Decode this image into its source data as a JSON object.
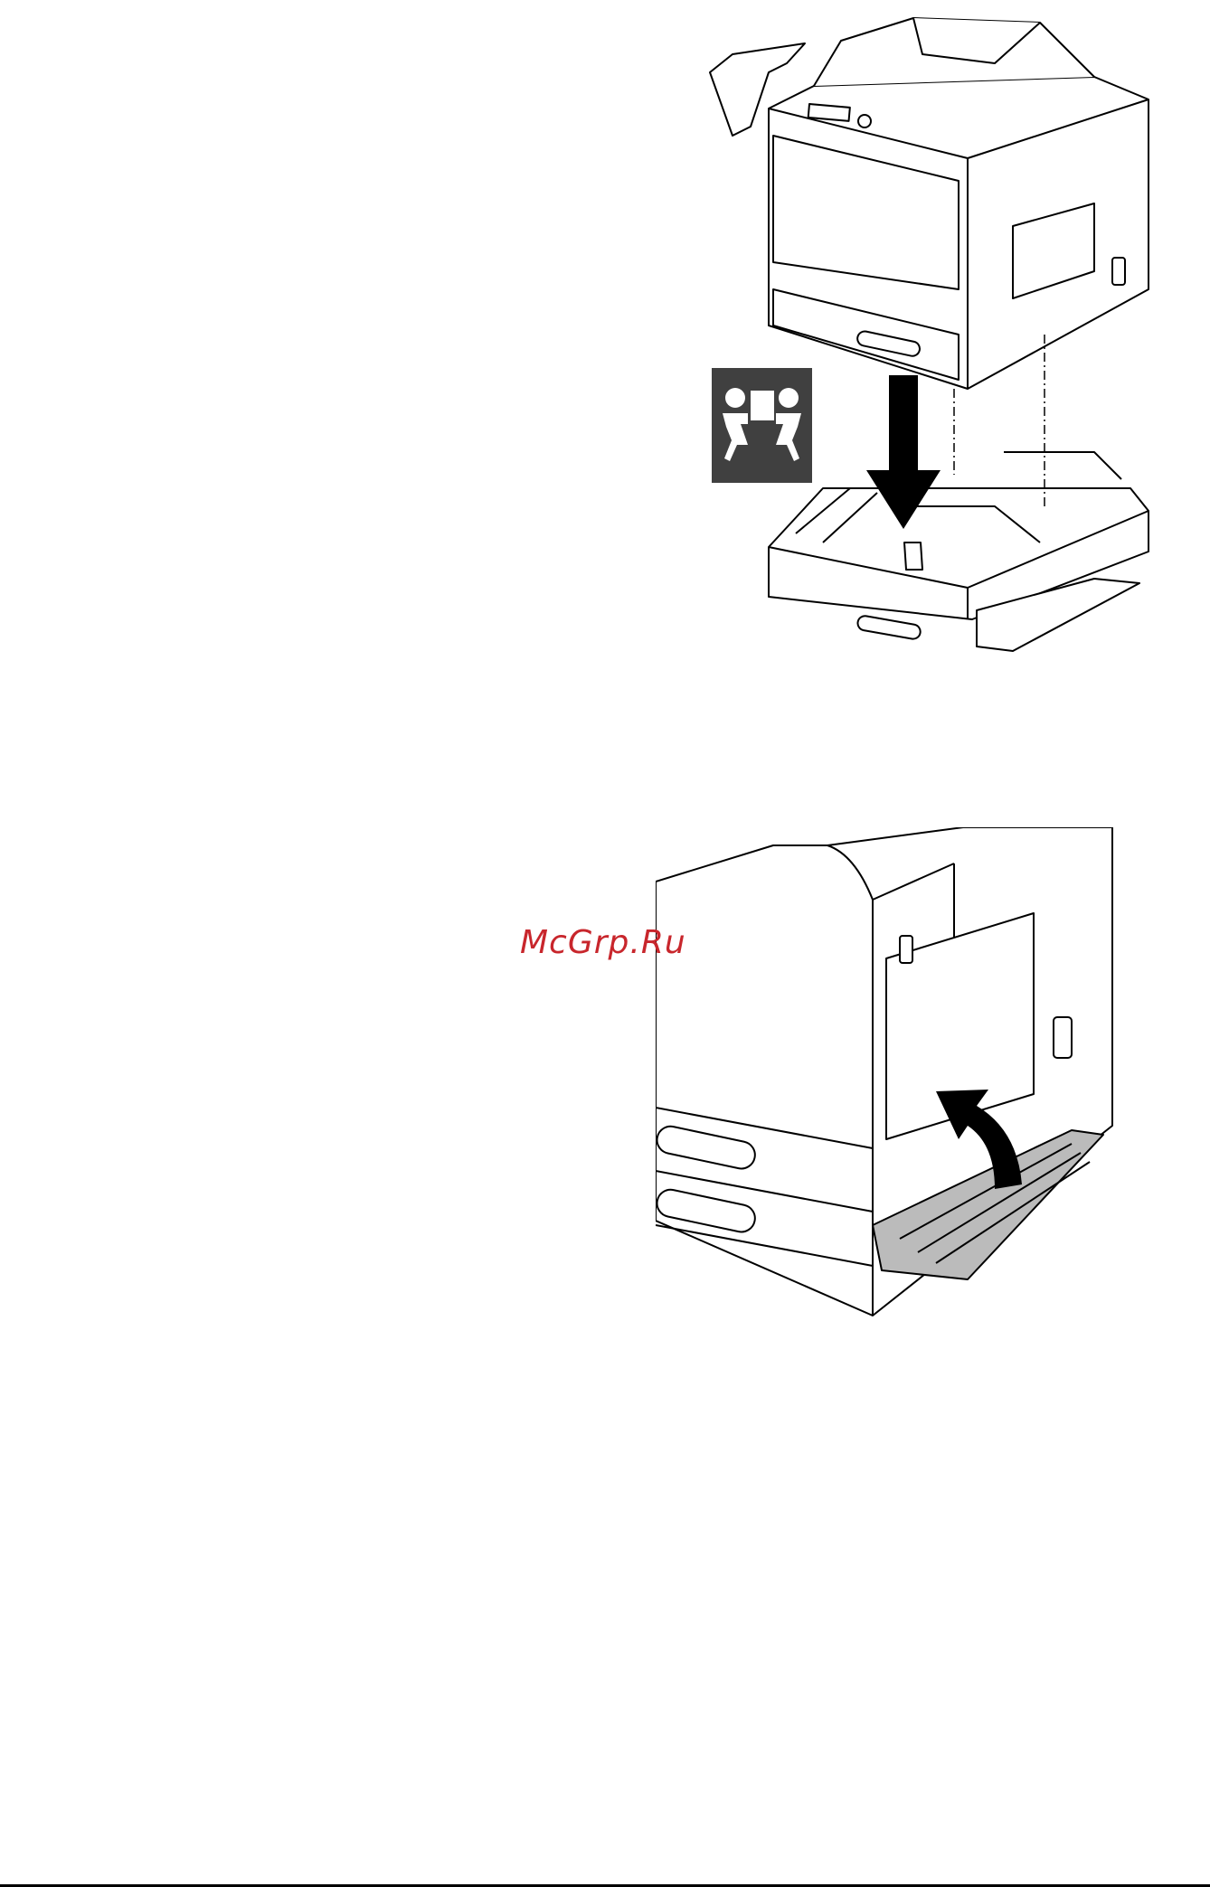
{
  "watermark": {
    "text": "McGrp.Ru",
    "color": "#c8262c"
  },
  "figures": [
    {
      "name": "printer-onto-paper-feed-unit",
      "icons": [
        "down-arrow-icon",
        "two-person-lift-warning-icon"
      ]
    },
    {
      "name": "close-right-door",
      "icons": [
        "curved-arrow-icon"
      ]
    }
  ]
}
